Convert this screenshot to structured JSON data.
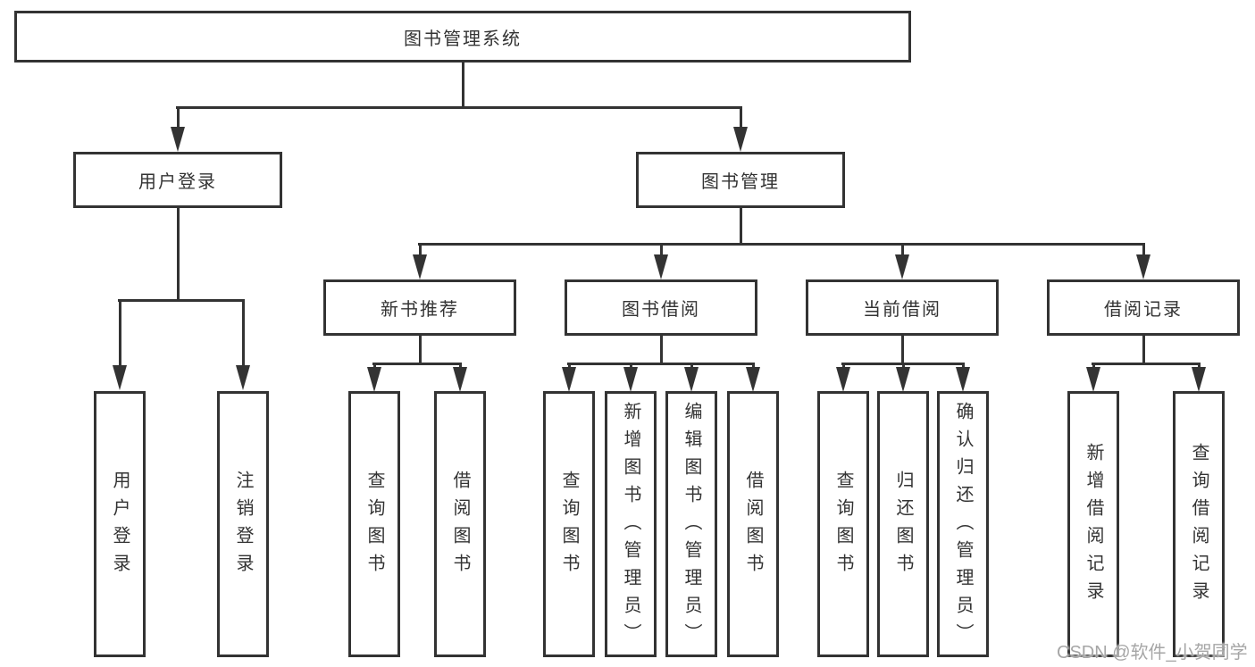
{
  "tree": {
    "root": "图书管理系统",
    "branches": [
      {
        "label": "用户登录",
        "children": [
          "用户登录",
          "注销登录"
        ]
      },
      {
        "label": "图书管理",
        "children": [
          {
            "label": "新书推荐",
            "children": [
              "查询图书",
              "借阅图书"
            ]
          },
          {
            "label": "图书借阅",
            "children": [
              "查询图书",
              "新增图书（管理员）",
              "编辑图书（管理员）",
              "借阅图书"
            ]
          },
          {
            "label": "当前借阅",
            "children": [
              "查询图书",
              "归还图书",
              "确认归还（管理员）"
            ]
          },
          {
            "label": "借阅记录",
            "children": [
              "新增借阅记录",
              "查询借阅记录"
            ]
          }
        ]
      }
    ]
  },
  "watermark": {
    "text": "CSDN @软件_小贺同学",
    "color": "#a6a6a6"
  },
  "colors": {
    "line": "#333333",
    "box_border": "#333333",
    "text": "#333333",
    "background": "#ffffff"
  }
}
